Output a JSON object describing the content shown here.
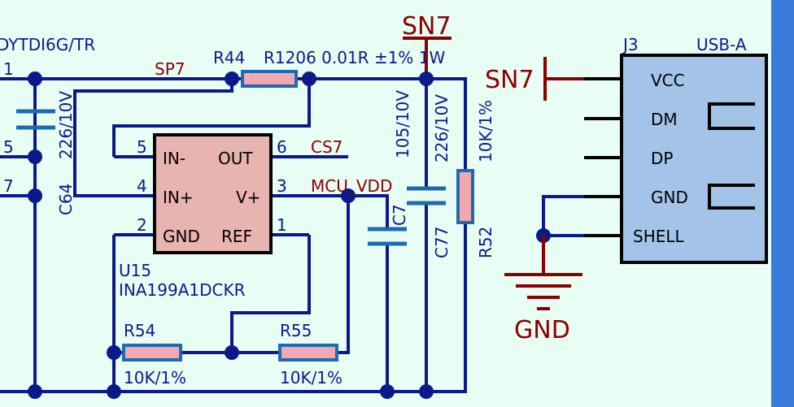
{
  "labels": {
    "part_number_partial": "DYTDI6G/TR",
    "pin_1_left": "1",
    "pin_5_left": "5",
    "pin_7_left": "7",
    "net_sp7": "SP7",
    "r44": "R44",
    "r44_value": "R1206 0.01R ±1% 1W",
    "c64": "C64",
    "c64_value": "226/10V",
    "u15_pin5": "5",
    "u15_pin4": "4",
    "u15_pin2": "2",
    "u15_pin6": "6",
    "u15_pin3": "3",
    "u15_pin1": "1",
    "u15_in_minus": "IN-",
    "u15_in_plus": "IN+",
    "u15_gnd": "GND",
    "u15_out": "OUT",
    "u15_vplus": "V+",
    "u15_ref": "REF",
    "u15_ref_des": "U15",
    "u15_part": "INA199A1DCKR",
    "net_cs7": "CS7",
    "net_mcu_vdd": "MCU_VDD",
    "c7_value": "105/10V",
    "c7": "C7",
    "c77_value": "226/10V",
    "c77": "C77",
    "r52_value": "10K/1%",
    "r52": "R52",
    "net_sn7_top": "SN7",
    "net_sn7_usb": "SN7",
    "r54": "R54",
    "r54_value": "10K/1%",
    "r55": "R55",
    "r55_value": "10K/1%",
    "j3": "J3",
    "j3_type": "USB-A",
    "j3_vcc": "VCC",
    "j3_dm": "DM",
    "j3_dp": "DP",
    "j3_gnd": "GND",
    "j3_shell": "SHELL",
    "net_gnd": "GND"
  },
  "colors": {
    "background": "#e8fdf3",
    "wire": "#0a1a8a",
    "net_label": "#8b0000",
    "ic_body": "#e8b4b0",
    "connector_body": "#a3c4e8",
    "resistor_fill": "#f2a8b0",
    "cap_plate": "#1e6ab0",
    "right_bar": "#3a7ad8"
  }
}
